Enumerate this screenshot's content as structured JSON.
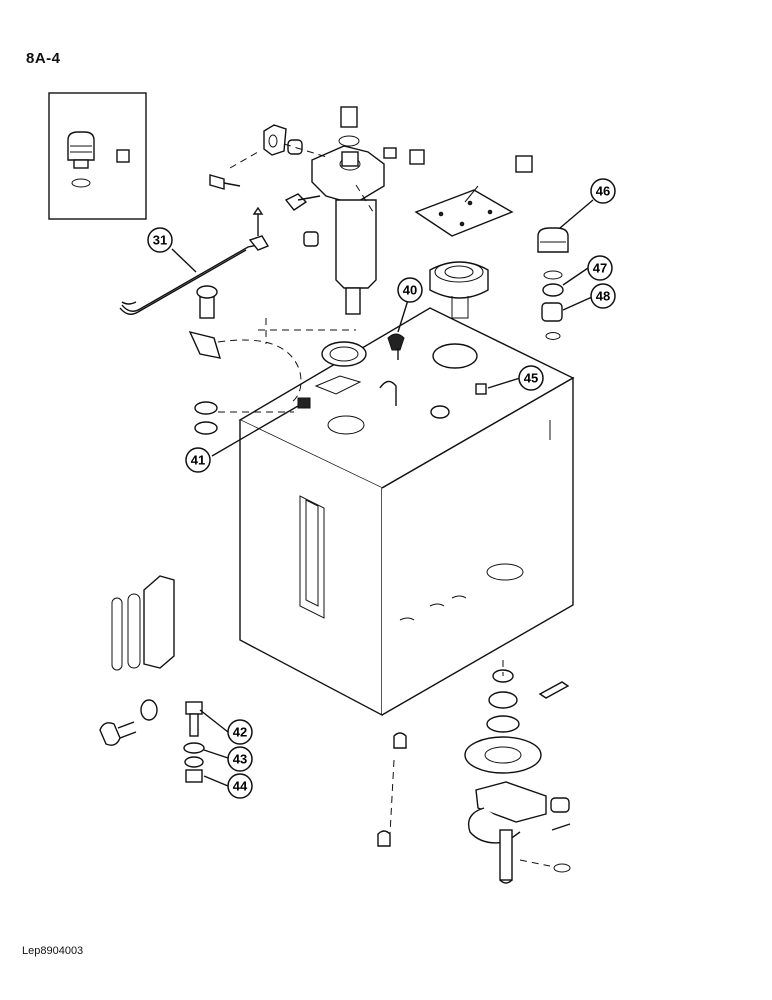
{
  "page": {
    "figure_number": "8A-4",
    "footer_code": "Lep8904003"
  },
  "callouts": [
    {
      "id": "31",
      "label": "31"
    },
    {
      "id": "40",
      "label": "40"
    },
    {
      "id": "41",
      "label": "41"
    },
    {
      "id": "42",
      "label": "42"
    },
    {
      "id": "43",
      "label": "43"
    },
    {
      "id": "44",
      "label": "44"
    },
    {
      "id": "45",
      "label": "45"
    },
    {
      "id": "46",
      "label": "46"
    },
    {
      "id": "47",
      "label": "47"
    },
    {
      "id": "48",
      "label": "48"
    }
  ],
  "colors": {
    "line": "#111111",
    "background": "#ffffff"
  }
}
